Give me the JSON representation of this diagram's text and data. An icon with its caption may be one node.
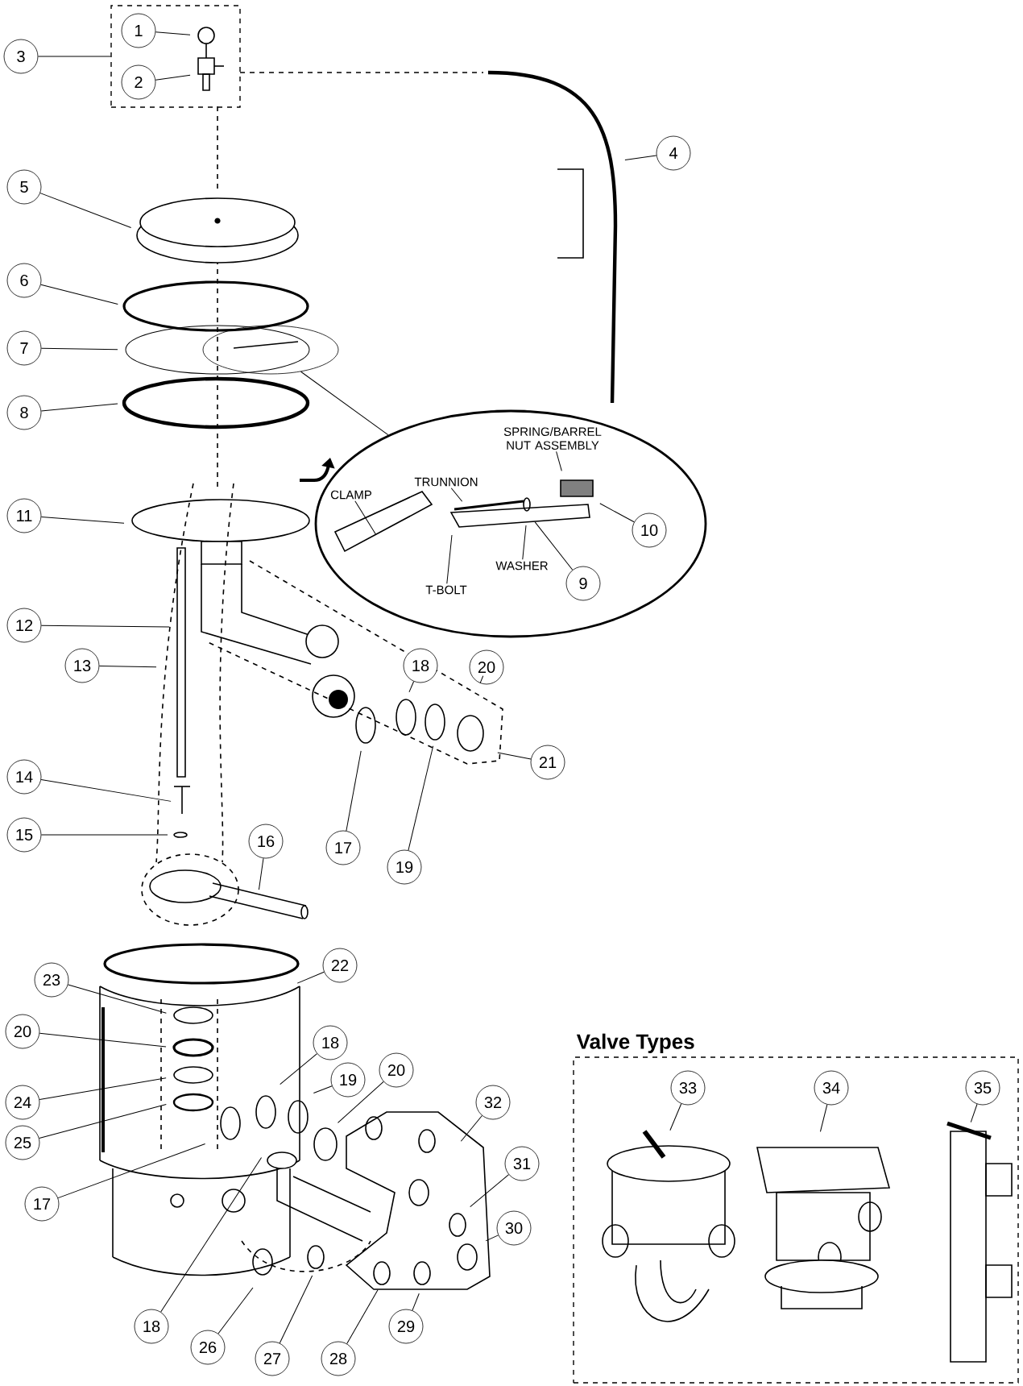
{
  "diagram": {
    "nodes": [
      {
        "text": [],
        "shape": "box"
      },
      {
        "text": [
          "1"
        ],
        "in": 0
      },
      {
        "text": [
          "2"
        ],
        "in": 0
      },
      {
        "text": [
          "3"
        ]
      },
      {
        "text": [
          "4"
        ]
      },
      {
        "text": [
          "5"
        ]
      },
      {
        "text": [
          "6"
        ]
      },
      {
        "text": [
          "7"
        ]
      },
      {
        "text": [
          "8"
        ]
      },
      {
        "text": [],
        "shape": "ellipse"
      },
      {
        "text": [],
        "shape": "ellipse"
      },
      {
        "text": [
          "SPRING/BARREL NUT ASSEMBLY"
        ],
        "in": 10
      },
      {
        "text": [
          "TRUNNION"
        ],
        "in": 10
      },
      {
        "text": [
          "CLAMP"
        ],
        "in": 10
      },
      {
        "text": [
          "10"
        ],
        "in": 10
      },
      {
        "text": [
          "T-BOLT"
        ],
        "in": 10
      },
      {
        "text": [
          "WASHER"
        ],
        "in": 10
      },
      {
        "text": [
          "9"
        ],
        "in": 10
      },
      {
        "text": [
          "11"
        ]
      },
      {
        "text": [
          "12"
        ]
      },
      {
        "text": [
          "13"
        ]
      },
      {
        "text": [
          "18"
        ]
      },
      {
        "text": [
          "20"
        ]
      },
      {
        "text": [
          "21"
        ]
      },
      {
        "text": [
          "14"
        ]
      },
      {
        "text": [
          "15"
        ]
      },
      {
        "text": [
          "16"
        ]
      },
      {
        "text": [
          "17"
        ]
      },
      {
        "text": [
          "19"
        ]
      },
      {
        "text": [
          "22"
        ]
      },
      {
        "text": [
          "23"
        ]
      },
      {
        "text": [
          "20"
        ]
      },
      {
        "text": [
          "18"
        ]
      },
      {
        "text": [
          "19"
        ]
      },
      {
        "text": [
          "20"
        ]
      },
      {
        "text": [
          "32"
        ]
      },
      {
        "text": [
          "24"
        ]
      },
      {
        "text": [
          "25"
        ]
      },
      {
        "text": [
          "17"
        ]
      },
      {
        "text": [
          "31"
        ]
      },
      {
        "text": [
          "30"
        ]
      },
      {
        "text": [
          "18"
        ]
      },
      {
        "text": [
          "29"
        ]
      },
      {
        "text": [
          "26"
        ]
      },
      {
        "text": [
          "27"
        ]
      },
      {
        "text": [
          "28"
        ]
      },
      {
        "text": [
          "Valve Types"
        ]
      },
      {
        "text": [
          "33"
        ],
        "in": 46
      },
      {
        "text": [
          "34"
        ],
        "in": 46
      },
      {
        "text": [
          "35"
        ],
        "in": 46
      }
    ],
    "edges": [
      {
        "from": 1,
        "to": null,
        "arrow": "none"
      },
      {
        "from": 2,
        "to": null,
        "arrow": "none"
      },
      {
        "from": 3,
        "to": 0,
        "arrow": "none"
      },
      {
        "from": 4,
        "to": null,
        "arrow": "none"
      },
      {
        "from": 5,
        "to": null,
        "arrow": "none"
      },
      {
        "from": 6,
        "to": null,
        "arrow": "none"
      },
      {
        "from": 7,
        "to": null,
        "arrow": "none"
      },
      {
        "from": 8,
        "to": null,
        "arrow": "none"
      },
      {
        "from": 9,
        "to": 10,
        "arrow": "none"
      },
      {
        "from": 11,
        "to": null,
        "arrow": "none"
      },
      {
        "from": 12,
        "to": null,
        "arrow": "none"
      },
      {
        "from": 13,
        "to": null,
        "arrow": "none"
      },
      {
        "from": 14,
        "to": null,
        "arrow": "none"
      },
      {
        "from": 15,
        "to": null,
        "arrow": "none"
      },
      {
        "from": 16,
        "to": null,
        "arrow": "none"
      },
      {
        "from": 17,
        "to": null,
        "arrow": "none"
      },
      {
        "from": 18,
        "to": null,
        "arrow": "none"
      },
      {
        "from": 19,
        "to": null,
        "arrow": "none"
      },
      {
        "from": 20,
        "to": null,
        "arrow": "none"
      },
      {
        "from": 21,
        "to": null,
        "arrow": "none"
      },
      {
        "from": 22,
        "to": null,
        "arrow": "none"
      },
      {
        "from": 23,
        "to": null,
        "arrow": "none"
      },
      {
        "from": 24,
        "to": null,
        "arrow": "none"
      },
      {
        "from": 25,
        "to": null,
        "arrow": "none"
      },
      {
        "from": 26,
        "to": null,
        "arrow": "none"
      },
      {
        "from": 27,
        "to": null,
        "arrow": "none"
      },
      {
        "from": 28,
        "to": null,
        "arrow": "none"
      },
      {
        "from": 29,
        "to": null,
        "arrow": "none"
      },
      {
        "from": 30,
        "to": null,
        "arrow": "none"
      },
      {
        "from": 31,
        "to": null,
        "arrow": "none"
      },
      {
        "from": 32,
        "to": null,
        "arrow": "none"
      },
      {
        "from": 33,
        "to": null,
        "arrow": "none"
      },
      {
        "from": 34,
        "to": null,
        "arrow": "none"
      },
      {
        "from": 35,
        "to": null,
        "arrow": "none"
      },
      {
        "from": 36,
        "to": null,
        "arrow": "none"
      },
      {
        "from": 37,
        "to": null,
        "arrow": "none"
      },
      {
        "from": 38,
        "to": null,
        "arrow": "none"
      },
      {
        "from": 39,
        "to": null,
        "arrow": "none"
      },
      {
        "from": 40,
        "to": null,
        "arrow": "none"
      },
      {
        "from": 41,
        "to": null,
        "arrow": "none"
      },
      {
        "from": 42,
        "to": null,
        "arrow": "none"
      },
      {
        "from": 43,
        "to": null,
        "arrow": "none"
      },
      {
        "from": 44,
        "to": null,
        "arrow": "none"
      },
      {
        "from": 45,
        "to": null,
        "arrow": "none"
      },
      {
        "from": 47,
        "to": null,
        "arrow": "none"
      },
      {
        "from": 48,
        "to": null,
        "arrow": "none"
      },
      {
        "from": 49,
        "to": null,
        "arrow": "none"
      }
    ]
  }
}
